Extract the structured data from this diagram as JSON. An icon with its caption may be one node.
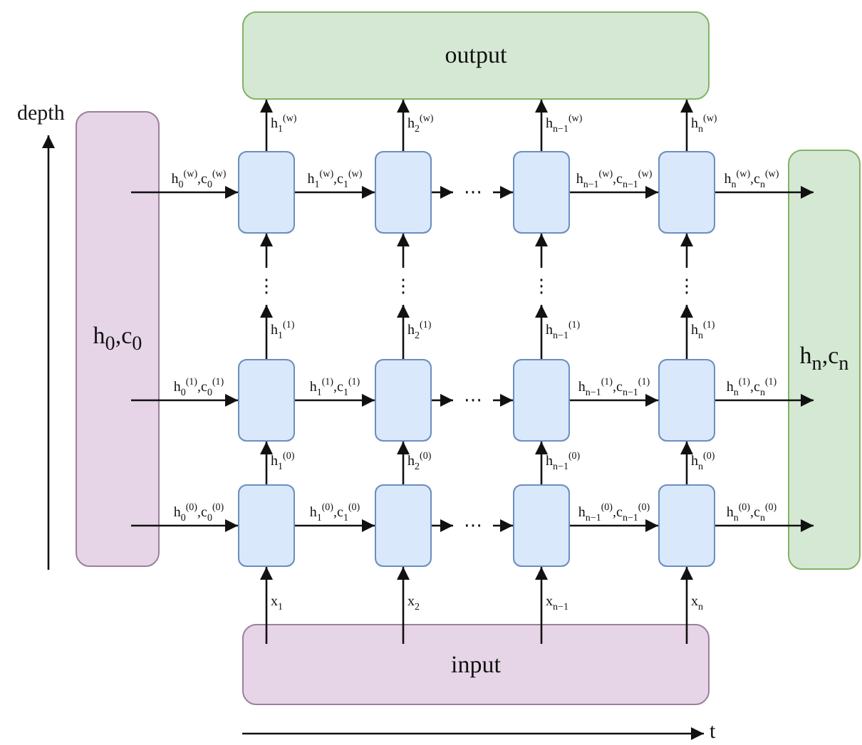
{
  "diagram": {
    "nodes": [
      {
        "text": [
          "output"
        ]
      },
      {
        "text": [
          "h$_{0}$,c$_{0}$"
        ]
      },
      {
        "text": [
          "h$_{n}$,c$_{n}$"
        ]
      },
      {
        "text": [
          "input"
        ]
      },
      {
        "text": [],
        "shape": "box"
      },
      {
        "text": [],
        "shape": "box"
      },
      {
        "text": [],
        "shape": "box"
      },
      {
        "text": [],
        "shape": "box"
      },
      {
        "text": [],
        "shape": "box"
      },
      {
        "text": [],
        "shape": "box"
      },
      {
        "text": [],
        "shape": "box"
      },
      {
        "text": [],
        "shape": "box"
      },
      {
        "text": [],
        "shape": "box"
      },
      {
        "text": [],
        "shape": "box"
      },
      {
        "text": [],
        "shape": "box"
      },
      {
        "text": [],
        "shape": "box"
      },
      {
        "text": [
          "⋮"
        ]
      },
      {
        "text": [
          "⋮"
        ]
      },
      {
        "text": [
          "⋮"
        ]
      },
      {
        "text": [
          "⋮"
        ]
      },
      {
        "text": [
          "⋯"
        ]
      },
      {
        "text": [
          "⋯"
        ]
      },
      {
        "text": [
          "⋯"
        ]
      }
    ],
    "edges": [
      {
        "from": 1,
        "to": 4,
        "arrow": "to",
        "label": "h$_{0}$$^{(w)}$,c$_{0}$$^{(w)}$"
      },
      {
        "from": 4,
        "to": 5,
        "arrow": "to",
        "label": "h$_{1}$$^{(w)}$,c$_{1}$$^{(w)}$"
      },
      {
        "from": 5,
        "to": 20,
        "arrow": "to"
      },
      {
        "from": 20,
        "to": 6,
        "arrow": "to"
      },
      {
        "from": 6,
        "to": 7,
        "arrow": "to",
        "label": "h$_{n−1}$$^{(w)}$,c$_{n−1}$$^{(w)}$"
      },
      {
        "from": 7,
        "to": 2,
        "arrow": "to",
        "label": "h$_{n}$$^{(w)}$,c$_{n}$$^{(w)}$"
      },
      {
        "from": 1,
        "to": 8,
        "arrow": "to",
        "label": "h$_{0}$$^{(1)}$,c$_{0}$$^{(1)}$"
      },
      {
        "from": 8,
        "to": 9,
        "arrow": "to",
        "label": "h$_{1}$$^{(1)}$,c$_{1}$$^{(1)}$"
      },
      {
        "from": 9,
        "to": 21,
        "arrow": "to"
      },
      {
        "from": 21,
        "to": 10,
        "arrow": "to"
      },
      {
        "from": 10,
        "to": 11,
        "arrow": "to",
        "label": "h$_{n−1}$$^{(1)}$,c$_{n−1}$$^{(1)}$"
      },
      {
        "from": 11,
        "to": 2,
        "arrow": "to",
        "label": "h$_{n}$$^{(1)}$,c$_{n}$$^{(1)}$"
      },
      {
        "from": 1,
        "to": 12,
        "arrow": "to",
        "label": "h$_{0}$$^{(0)}$,c$_{0}$$^{(0)}$"
      },
      {
        "from": 12,
        "to": 13,
        "arrow": "to",
        "label": "h$_{1}$$^{(0)}$,c$_{1}$$^{(0)}$"
      },
      {
        "from": 13,
        "to": 22,
        "arrow": "to"
      },
      {
        "from": 22,
        "to": 14,
        "arrow": "to"
      },
      {
        "from": 14,
        "to": 15,
        "arrow": "to",
        "label": "h$_{n−1}$$^{(0)}$,c$_{n−1}$$^{(0)}$"
      },
      {
        "from": 15,
        "to": 2,
        "arrow": "to",
        "label": "h$_{n}$$^{(0)}$,c$_{n}$$^{(0)}$"
      },
      {
        "from": 3,
        "to": 12,
        "arrow": "to",
        "label": "x$_{1}$"
      },
      {
        "from": 12,
        "to": 8,
        "arrow": "to",
        "label": "h$_{1}$$^{(0)}$"
      },
      {
        "from": 8,
        "to": 16,
        "arrow": "to",
        "label": "h$_{1}$$^{(1)}$"
      },
      {
        "from": 16,
        "to": 4,
        "arrow": "to"
      },
      {
        "from": 4,
        "to": 0,
        "arrow": "to",
        "label": "h$_{1}$$^{(w)}$"
      },
      {
        "from": 3,
        "to": 13,
        "arrow": "to",
        "label": "x$_{2}$"
      },
      {
        "from": 13,
        "to": 9,
        "arrow": "to",
        "label": "h$_{2}$$^{(0)}$"
      },
      {
        "from": 9,
        "to": 17,
        "arrow": "to",
        "label": "h$_{2}$$^{(1)}$"
      },
      {
        "from": 17,
        "to": 5,
        "arrow": "to"
      },
      {
        "from": 5,
        "to": 0,
        "arrow": "to",
        "label": "h$_{2}$$^{(w)}$"
      },
      {
        "from": 3,
        "to": 14,
        "arrow": "to",
        "label": "x$_{n−1}$"
      },
      {
        "from": 14,
        "to": 10,
        "arrow": "to",
        "label": "h$_{n−1}$$^{(0)}$"
      },
      {
        "from": 10,
        "to": 18,
        "arrow": "to",
        "label": "h$_{n−1}$$^{(1)}$"
      },
      {
        "from": 18,
        "to": 6,
        "arrow": "to"
      },
      {
        "from": 6,
        "to": 0,
        "arrow": "to",
        "label": "h$_{n−1}$$^{(w)}$"
      },
      {
        "from": 3,
        "to": 15,
        "arrow": "to",
        "label": "x$_{n}$"
      },
      {
        "from": 15,
        "to": 11,
        "arrow": "to",
        "label": "h$_{n}$$^{(0)}$"
      },
      {
        "from": 11,
        "to": 19,
        "arrow": "to",
        "label": "h$_{n}$$^{(1)}$"
      },
      {
        "from": 19,
        "to": 7,
        "arrow": "to"
      },
      {
        "from": 7,
        "to": 0,
        "arrow": "to",
        "label": "h$_{n}$$^{(w)}$"
      }
    ],
    "labels": [
      "depth",
      "t"
    ]
  }
}
